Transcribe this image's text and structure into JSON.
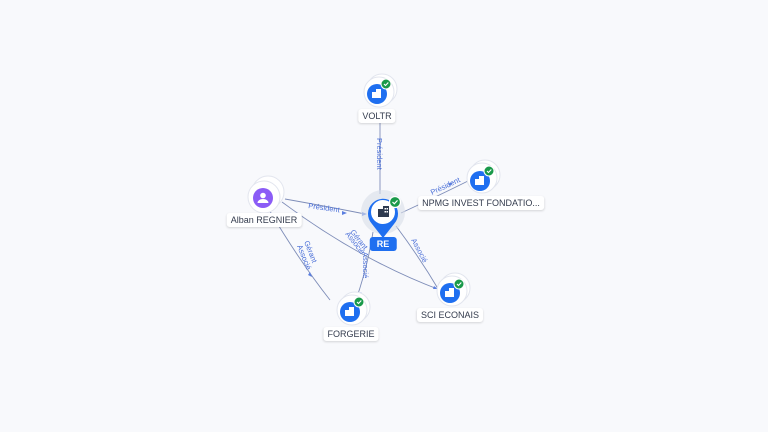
{
  "center": {
    "label": "RE",
    "icon": "building-icon"
  },
  "nodes": [
    {
      "id": "voltr",
      "label": "VOLTR",
      "type": "company",
      "verified": true
    },
    {
      "id": "npmg",
      "label": "NPMG INVEST FONDATIO...",
      "type": "company",
      "verified": true
    },
    {
      "id": "alban",
      "label": "Alban REGNIER",
      "type": "person",
      "verified": false
    },
    {
      "id": "forgerie",
      "label": "FORGERIE",
      "type": "company",
      "verified": true
    },
    {
      "id": "sci",
      "label": "SCI ECONAIS",
      "type": "company",
      "verified": true
    }
  ],
  "edges": [
    {
      "id": "e1",
      "label": "Président"
    },
    {
      "id": "e2",
      "label": "Président"
    },
    {
      "id": "e3",
      "label": "Président"
    },
    {
      "id": "e4",
      "label": "Gérant"
    },
    {
      "id": "e5",
      "label": "Associé"
    },
    {
      "id": "e6",
      "label": "Associé"
    },
    {
      "id": "e7",
      "label": "Gérant"
    },
    {
      "id": "e8",
      "label": "Associé"
    },
    {
      "id": "e9",
      "label": "Associé"
    }
  ],
  "colors": {
    "accent": "#1f6ff0",
    "edge": "#7e8db8",
    "verified": "#1a9a4a",
    "person": "#8b5cf6",
    "edgeLabel": "#4a6fd8"
  }
}
